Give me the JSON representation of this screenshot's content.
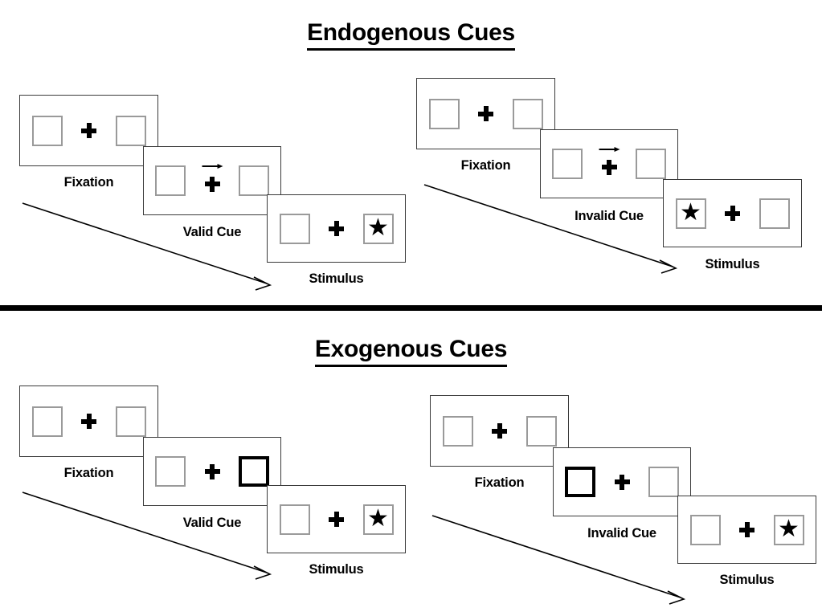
{
  "figure": {
    "divider_color": "#000000",
    "background": "#ffffff"
  },
  "sections": [
    {
      "id": "endogenous",
      "title": "Endogenous Cues",
      "columns": [
        {
          "id": "endogenous-valid",
          "cue_type": "valid",
          "panels": [
            {
              "caption": "Fixation",
              "cue": "none",
              "left_box": "empty",
              "right_box": "empty"
            },
            {
              "caption": "Valid Cue",
              "cue": "arrow-right",
              "left_box": "empty",
              "right_box": "empty"
            },
            {
              "caption": "Stimulus",
              "cue": "none",
              "left_box": "empty",
              "right_box": "star"
            }
          ]
        },
        {
          "id": "endogenous-invalid",
          "cue_type": "invalid",
          "panels": [
            {
              "caption": "Fixation",
              "cue": "none",
              "left_box": "empty",
              "right_box": "empty"
            },
            {
              "caption": "Invalid Cue",
              "cue": "arrow-right",
              "left_box": "empty",
              "right_box": "empty"
            },
            {
              "caption": "Stimulus",
              "cue": "none",
              "left_box": "star",
              "right_box": "empty"
            }
          ]
        }
      ]
    },
    {
      "id": "exogenous",
      "title": "Exogenous Cues",
      "columns": [
        {
          "id": "exogenous-valid",
          "cue_type": "valid",
          "panels": [
            {
              "caption": "Fixation",
              "cue": "none",
              "left_box": "empty",
              "right_box": "empty"
            },
            {
              "caption": "Valid Cue",
              "cue": "none",
              "left_box": "empty",
              "right_box": "highlight"
            },
            {
              "caption": "Stimulus",
              "cue": "none",
              "left_box": "empty",
              "right_box": "star"
            }
          ]
        },
        {
          "id": "exogenous-invalid",
          "cue_type": "invalid",
          "panels": [
            {
              "caption": "Fixation",
              "cue": "none",
              "left_box": "empty",
              "right_box": "empty"
            },
            {
              "caption": "Invalid Cue",
              "cue": "none",
              "left_box": "highlight",
              "right_box": "empty"
            },
            {
              "caption": "Stimulus",
              "cue": "none",
              "left_box": "empty",
              "right_box": "star"
            }
          ]
        }
      ]
    }
  ],
  "glyphs": {
    "star": "★"
  }
}
